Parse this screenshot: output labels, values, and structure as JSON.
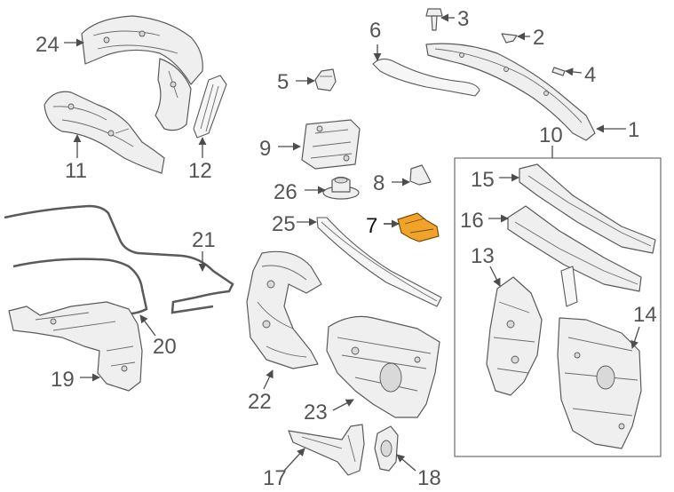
{
  "diagram": {
    "highlight_color": "#f0a32a",
    "highlighted_part": "7",
    "callouts": {
      "c1": "1",
      "c2": "2",
      "c3": "3",
      "c4": "4",
      "c5": "5",
      "c6": "6",
      "c7": "7",
      "c8": "8",
      "c9": "9",
      "c10": "10",
      "c11": "11",
      "c12": "12",
      "c13": "13",
      "c14": "14",
      "c15": "15",
      "c16": "16",
      "c17": "17",
      "c18": "18",
      "c19": "19",
      "c20": "20",
      "c21": "21",
      "c22": "22",
      "c23": "23",
      "c24": "24",
      "c25": "25",
      "c26": "26"
    }
  }
}
